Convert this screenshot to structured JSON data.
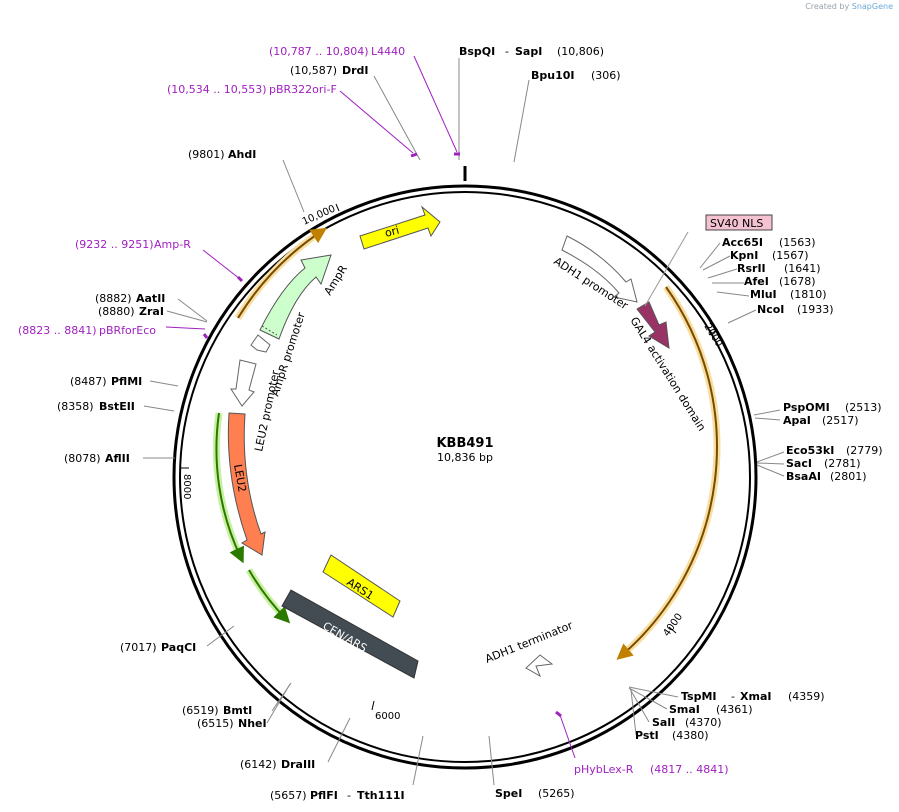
{
  "credit": {
    "prefix": "Created by",
    "brand": "SnapGene"
  },
  "plasmid": {
    "name": "KBB491",
    "length_label": "10,836 bp",
    "length": 10836
  },
  "ticks": [
    {
      "label": "2000",
      "bp": 2000
    },
    {
      "label": "4000",
      "bp": 4000
    },
    {
      "label": "6000",
      "bp": 6000
    },
    {
      "label": "8000",
      "bp": 8000
    },
    {
      "label": "10,000",
      "bp": 10000
    }
  ],
  "sites": [
    {
      "id": "bspqi-sapi",
      "name": "BspQI",
      "name2": "SapI",
      "pos": "(10,806)"
    },
    {
      "id": "bpu10i",
      "name": "Bpu10I",
      "pos": "(306)"
    },
    {
      "id": "drdi",
      "name": "DrdI",
      "pos": "(10,587)"
    },
    {
      "id": "ahdi",
      "name": "AhdI",
      "pos": "(9801)"
    },
    {
      "id": "acc65i",
      "name": "Acc65I",
      "pos": "(1563)"
    },
    {
      "id": "kpni",
      "name": "KpnI",
      "pos": "(1567)"
    },
    {
      "id": "rsrii",
      "name": "RsrII",
      "pos": "(1641)"
    },
    {
      "id": "afei",
      "name": "AfeI",
      "pos": "(1678)"
    },
    {
      "id": "mlui",
      "name": "MluI",
      "pos": "(1810)"
    },
    {
      "id": "ncoi",
      "name": "NcoI",
      "pos": "(1933)"
    },
    {
      "id": "pspomi",
      "name": "PspOMI",
      "pos": "(2513)"
    },
    {
      "id": "apai",
      "name": "ApaI",
      "pos": "(2517)"
    },
    {
      "id": "eco53ki",
      "name": "Eco53kI",
      "pos": "(2779)"
    },
    {
      "id": "saci",
      "name": "SacI",
      "pos": "(2781)"
    },
    {
      "id": "bsaai",
      "name": "BsaAI",
      "pos": "(2801)"
    },
    {
      "id": "tspmi-xmai",
      "name": "TspMI",
      "name2": "XmaI",
      "pos": "(4359)"
    },
    {
      "id": "smai",
      "name": "SmaI",
      "pos": "(4361)"
    },
    {
      "id": "sali",
      "name": "SalI",
      "pos": "(4370)"
    },
    {
      "id": "psti",
      "name": "PstI",
      "pos": "(4380)"
    },
    {
      "id": "spei",
      "name": "SpeI",
      "pos": "(5265)"
    },
    {
      "id": "pflfi-tth111i",
      "name": "PflFI",
      "name2": "Tth111I",
      "pos": "(5657)"
    },
    {
      "id": "draiii",
      "name": "DraIII",
      "pos": "(6142)"
    },
    {
      "id": "bmti",
      "name": "BmtI",
      "pos": "(6519)"
    },
    {
      "id": "nhei",
      "name": "NheI",
      "pos": "(6515)"
    },
    {
      "id": "paqci",
      "name": "PaqCI",
      "pos": "(7017)"
    },
    {
      "id": "aflii",
      "name": "AflII",
      "pos": "(8078)"
    },
    {
      "id": "bsteii",
      "name": "BstEII",
      "pos": "(8358)"
    },
    {
      "id": "pflmi",
      "name": "PflMI",
      "pos": "(8487)"
    },
    {
      "id": "aatii",
      "name": "AatII",
      "pos": "(8882)"
    },
    {
      "id": "zrai",
      "name": "ZraI",
      "pos": "(8880)"
    }
  ],
  "primers": [
    {
      "id": "l4440",
      "range": "(10,787 .. 10,804)",
      "name": "L4440"
    },
    {
      "id": "pbr322ori-f",
      "range": "(10,534 .. 10,553)",
      "name": "pBR322ori-F"
    },
    {
      "id": "amp-r",
      "range": "(9232 .. 9251)",
      "name": "Amp-R"
    },
    {
      "id": "pbrforeco",
      "range": "(8823 .. 8841)",
      "name": "pBRforEco"
    },
    {
      "id": "phyblex-r",
      "name": "pHybLex-R",
      "range": "(4817 .. 4841)"
    }
  ],
  "features": [
    {
      "id": "ori",
      "label": "ori",
      "color": "#ffff00"
    },
    {
      "id": "ampr",
      "label": "AmpR",
      "color": "#ccffcc"
    },
    {
      "id": "ampr-promoter",
      "label": "AmpR promoter",
      "color": "#ffffff"
    },
    {
      "id": "leu2-promoter",
      "label": "LEU2 promoter",
      "color": "#ffffff"
    },
    {
      "id": "leu2",
      "label": "LEU2",
      "color": "#ff7f50"
    },
    {
      "id": "adh1-promoter",
      "label": "ADH1 promoter",
      "color": "#ffffff"
    },
    {
      "id": "gal4",
      "label": "GAL4 activation domain",
      "color": "#993366"
    },
    {
      "id": "sv40-nls",
      "label": "SV40 NLS",
      "color": "#f5c2d2"
    },
    {
      "id": "ars1",
      "label": "ARS1",
      "color": "#ffff00"
    },
    {
      "id": "cen-ars",
      "label": "CEN/ARS",
      "color": "#434b53"
    },
    {
      "id": "adh1-terminator",
      "label": "ADH1 terminator",
      "color": "#ffffff"
    }
  ]
}
